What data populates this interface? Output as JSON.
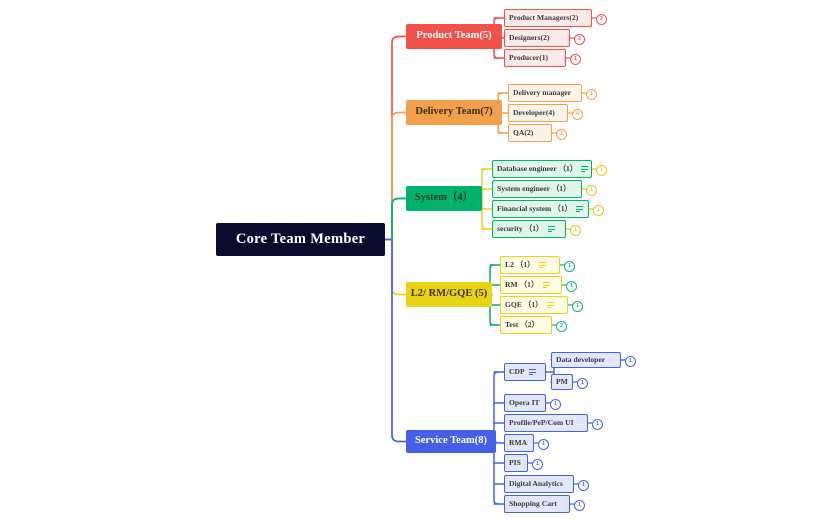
{
  "title": "Core Team Member Mind Map",
  "root": {
    "label": "Core Team Member",
    "fill": "#0b0b2e",
    "text": "#ffffff"
  },
  "branches": [
    {
      "id": "product-team",
      "label": "Product Team(5)",
      "color": "#f4504a",
      "fill": "#f4504a",
      "leaf_fill": "#fde9e8",
      "text_on_fill": "#ffffff",
      "children": [
        {
          "label": "Product Managers(2)",
          "badge": "2",
          "note": false
        },
        {
          "label": "Designers(2)",
          "badge": "2",
          "note": false
        },
        {
          "label": "Producer(1)",
          "badge": "1",
          "note": false
        }
      ]
    },
    {
      "id": "delivery-team",
      "label": "Delivery Team(7)",
      "color": "#f2a04b",
      "fill": "#f2a04b",
      "leaf_fill": "#fdf3e8",
      "text_on_fill": "#3a3024",
      "children": [
        {
          "label": "Delivery manager",
          "badge": "1",
          "note": false
        },
        {
          "label": "Developer(4)",
          "badge": "4",
          "note": false
        },
        {
          "label": "QA(2)",
          "badge": "2",
          "note": false
        }
      ]
    },
    {
      "id": "system",
      "label": "System（4）",
      "color": "#00b26b",
      "fill": "#00b26b",
      "leaf_fill": "#dff5ec",
      "text_on_fill": "#1b3a2d",
      "wire_color": "#e8d414",
      "badge_color": "#e0c81c",
      "children": [
        {
          "label": "Database engineer （1）",
          "badge": "1",
          "note": true
        },
        {
          "label": "System engineer （1）",
          "badge": "1",
          "note": false
        },
        {
          "label": "Financial system （1）",
          "badge": "1",
          "note": true
        },
        {
          "label": "security （1）",
          "badge": "1",
          "note": true
        }
      ]
    },
    {
      "id": "l2-rm-gqe",
      "label": "L2/ RM/GQE (5)",
      "color": "#e8d414",
      "fill": "#e8d414",
      "leaf_fill": "#fdfbe4",
      "text_on_fill": "#3a3520",
      "wire_color": "#0aa86f",
      "badge_color": "#16b37b",
      "children": [
        {
          "label": "L2 （1）",
          "badge": "1",
          "note": true
        },
        {
          "label": "RM （1）",
          "badge": "1",
          "note": true
        },
        {
          "label": "GQE （1）",
          "badge": "1",
          "note": true
        },
        {
          "label": "Test （2）",
          "badge": "2",
          "note": false
        }
      ]
    },
    {
      "id": "service-team",
      "label": "Service Team(8)",
      "color": "#4560e6",
      "fill": "#4560e6",
      "leaf_fill": "#e3e7fb",
      "text_on_fill": "#ffffff",
      "children": [
        {
          "label": "CDP",
          "badge": "",
          "note": true,
          "children": [
            {
              "label": "Data developer",
              "badge": "1",
              "note": false
            },
            {
              "label": "PM",
              "badge": "1",
              "note": false
            }
          ]
        },
        {
          "label": "Opera IT",
          "badge": "1",
          "note": false
        },
        {
          "label": "Profile/PeP/Com UI",
          "badge": "1",
          "note": false
        },
        {
          "label": "RMA",
          "badge": "1",
          "note": false
        },
        {
          "label": "PIS",
          "badge": "1",
          "note": false
        },
        {
          "label": "Digital Analytics",
          "badge": "1",
          "note": false
        },
        {
          "label": "Shopping Cart",
          "badge": "1",
          "note": false
        }
      ]
    }
  ]
}
